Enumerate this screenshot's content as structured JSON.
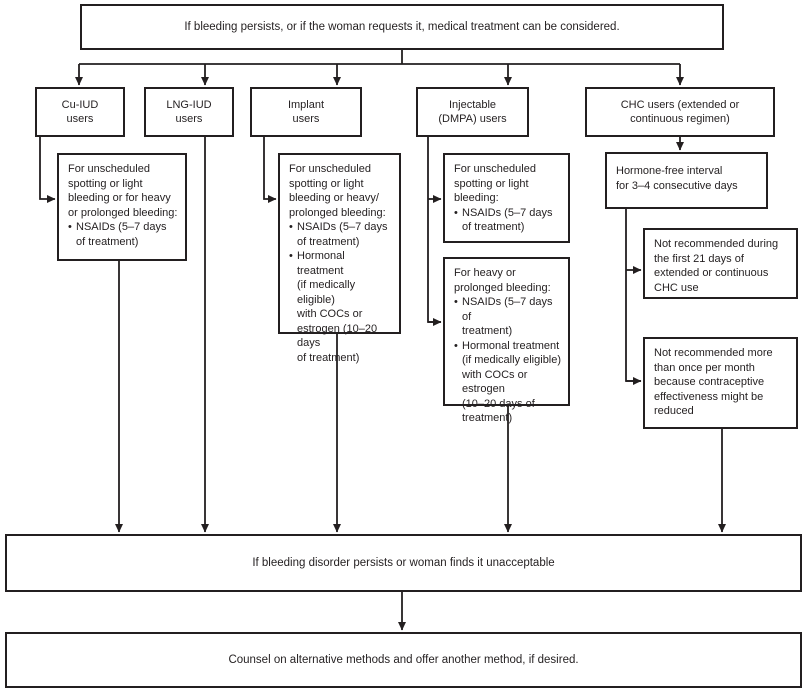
{
  "top": "If bleeding persists, or if the woman requests it, medical treatment can be considered.",
  "columns": {
    "cu_iud": {
      "title": [
        "Cu-IUD",
        "users"
      ]
    },
    "lng_iud": {
      "title": [
        "LNG-IUD",
        "users"
      ]
    },
    "implant": {
      "title": [
        "Implant",
        "users"
      ]
    },
    "injectable": {
      "title": [
        "Injectable",
        "(DMPA) users"
      ]
    },
    "chc": {
      "title": [
        "CHC users (extended or",
        "continuous regimen)"
      ]
    }
  },
  "boxes": {
    "cu_treatment": {
      "text": [
        "For unscheduled",
        "spotting or light",
        "bleeding or for heavy",
        "or prolonged bleeding:"
      ],
      "bullets": [
        [
          "NSAIDs (5–7 days",
          "of treatment)"
        ]
      ]
    },
    "implant_treatment": {
      "text": [
        "For unscheduled",
        "spotting or light",
        "bleeding or heavy/",
        "prolonged bleeding:"
      ],
      "bullets": [
        [
          "NSAIDs (5–7 days",
          "of treatment)"
        ],
        [
          "Hormonal treatment",
          "(if medically eligible)",
          "with COCs or",
          "estrogen (10–20 days",
          "of treatment)"
        ]
      ]
    },
    "inj_light": {
      "text": [
        "For unscheduled",
        "spotting or light",
        "bleeding:"
      ],
      "bullets": [
        [
          "NSAIDs (5–7 days",
          "of treatment)"
        ]
      ]
    },
    "inj_heavy": {
      "text": [
        "For heavy or",
        "prolonged bleeding:"
      ],
      "bullets": [
        [
          "NSAIDs (5–7 days of",
          "treatment)"
        ],
        [
          "Hormonal treatment",
          "(if medically eligible)",
          "with COCs or estrogen",
          "(10–20 days of",
          "treatment)"
        ]
      ]
    },
    "chc_interval": {
      "text": [
        "Hormone-free interval",
        "for 3–4 consecutive days"
      ]
    },
    "chc_note1": {
      "text": [
        "Not recommended during",
        "the first 21 days of",
        "extended or continuous",
        "CHC use"
      ]
    },
    "chc_note2": {
      "text": [
        "Not recommended more",
        "than once per month",
        "because contraceptive",
        "effectiveness might be",
        "reduced"
      ]
    }
  },
  "persist": "If bleeding disorder persists or woman finds it unacceptable",
  "counsel": "Counsel on alternative methods and offer another method, if desired."
}
